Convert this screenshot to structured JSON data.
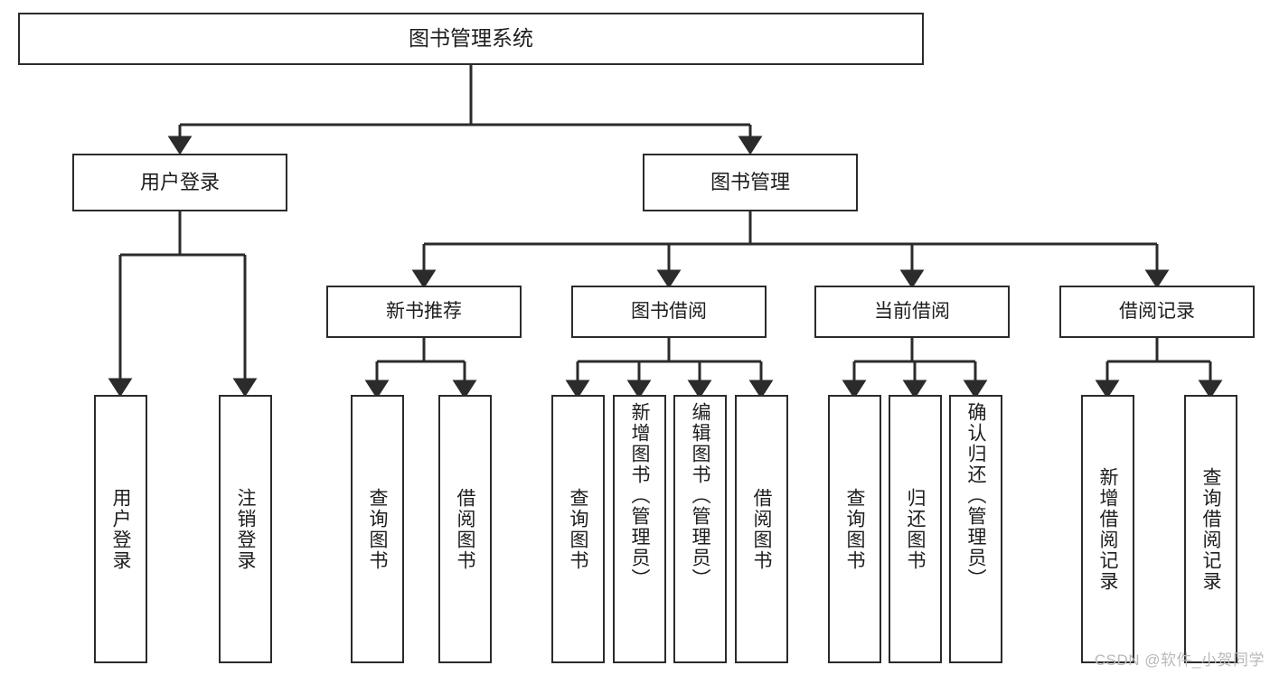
{
  "diagram": {
    "title": "图书管理系统",
    "watermark": "CSDN @软件_小贺同学",
    "stroke_color": "#2b2b2b",
    "text_color": "#1d1d1d",
    "background_color": "#ffffff",
    "watermark_color": "#b9b9b9",
    "root": {
      "label": "图书管理系统"
    },
    "level1": [
      {
        "label": "用户登录"
      },
      {
        "label": "图书管理"
      }
    ],
    "level2": [
      {
        "label": "新书推荐"
      },
      {
        "label": "图书借阅"
      },
      {
        "label": "当前借阅"
      },
      {
        "label": "借阅记录"
      }
    ],
    "leaves": {
      "user_login": [
        {
          "label": "用户登录"
        },
        {
          "label": "注销登录"
        }
      ],
      "new_book_recommend": [
        {
          "label": "查询图书"
        },
        {
          "label": "借阅图书"
        }
      ],
      "book_borrow": [
        {
          "label": "查询图书"
        },
        {
          "label": "新增图书（管理员）"
        },
        {
          "label": "编辑图书（管理员）"
        },
        {
          "label": "借阅图书"
        }
      ],
      "current_borrow": [
        {
          "label": "查询图书"
        },
        {
          "label": "归还图书"
        },
        {
          "label": "确认归还（管理员）"
        }
      ],
      "borrow_record": [
        {
          "label": "新增借阅记录"
        },
        {
          "label": "查询借阅记录"
        }
      ]
    }
  }
}
